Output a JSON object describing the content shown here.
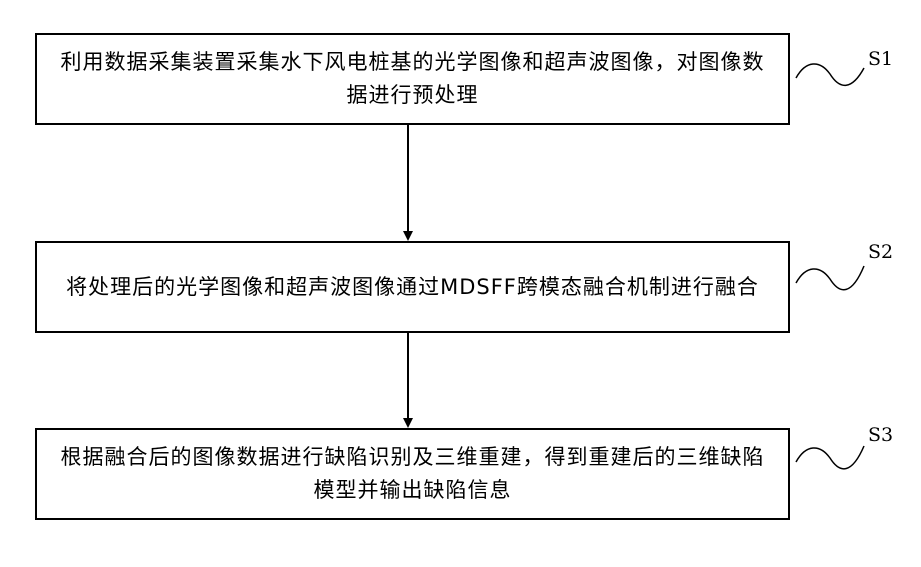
{
  "steps": [
    {
      "label": "S1",
      "text": "利用数据采集装置采集水下风电桩基的光学图像和超声波图像，对图像数据进行预处理"
    },
    {
      "label": "S2",
      "text": "将处理后的光学图像和超声波图像通过MDSFF跨模态融合机制进行融合"
    },
    {
      "label": "S3",
      "text": "根据融合后的图像数据进行缺陷识别及三维重建，得到重建后的三维缺陷模型并输出缺陷信息"
    }
  ],
  "colors": {
    "line": "#000000",
    "background": "#ffffff"
  }
}
